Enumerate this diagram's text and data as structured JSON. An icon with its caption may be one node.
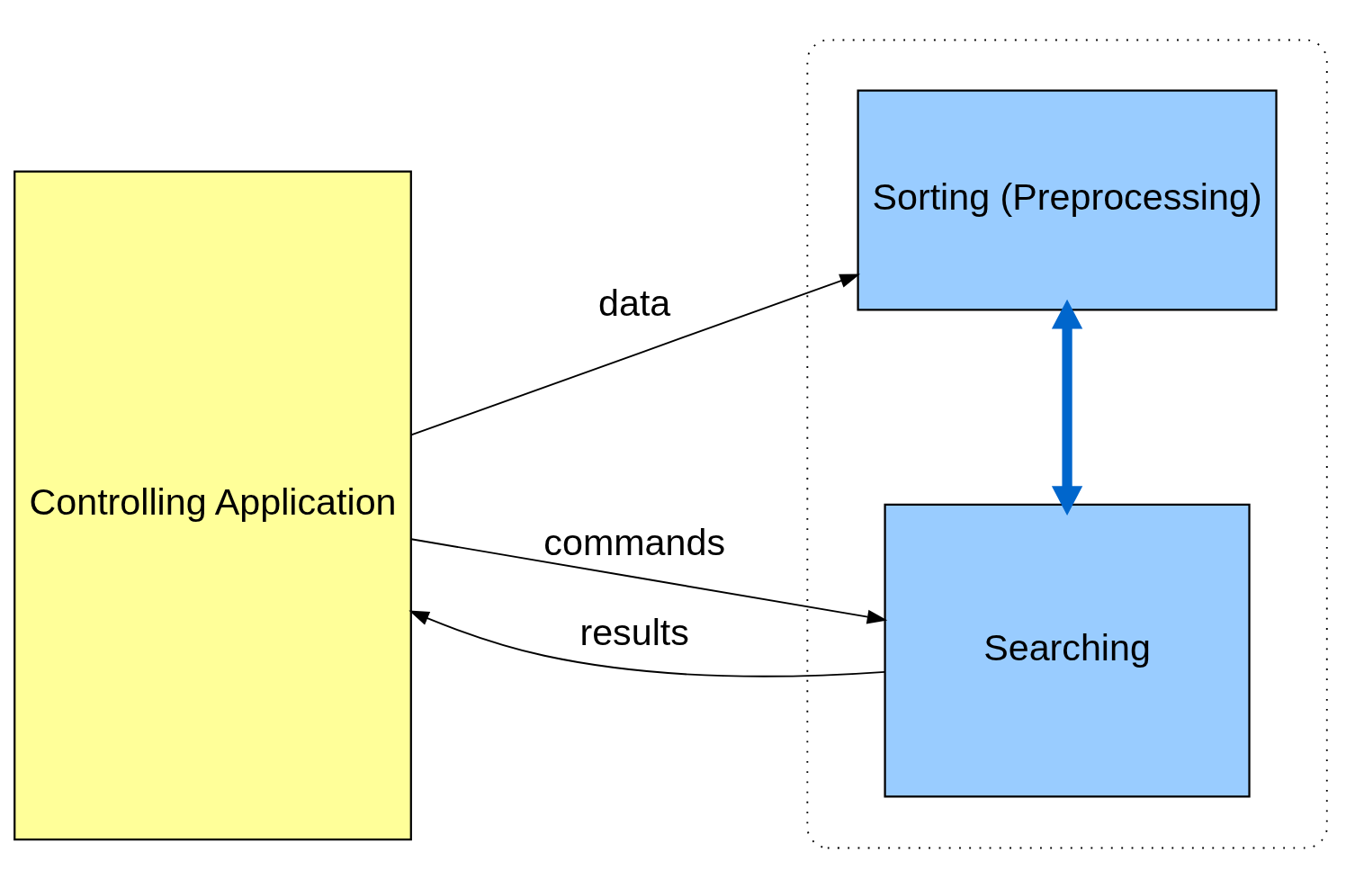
{
  "diagram": {
    "nodes": [
      {
        "text": [
          "Controlling Application"
        ]
      },
      {
        "text": [],
        "shape": "box"
      },
      {
        "text": [
          "Sorting (Preprocessing)"
        ],
        "in": 1
      },
      {
        "text": [
          "Searching"
        ],
        "in": 1
      }
    ],
    "edges": [
      {
        "from": 0,
        "to": 2,
        "arrow": "to",
        "label": "data"
      },
      {
        "from": 0,
        "to": 3,
        "arrow": "to",
        "label": "commands"
      },
      {
        "from": 3,
        "to": 0,
        "arrow": "to",
        "label": "results"
      },
      {
        "from": 2,
        "to": 3,
        "arrow": "both",
        "style": "thick",
        "color": "#0066cc"
      }
    ]
  }
}
